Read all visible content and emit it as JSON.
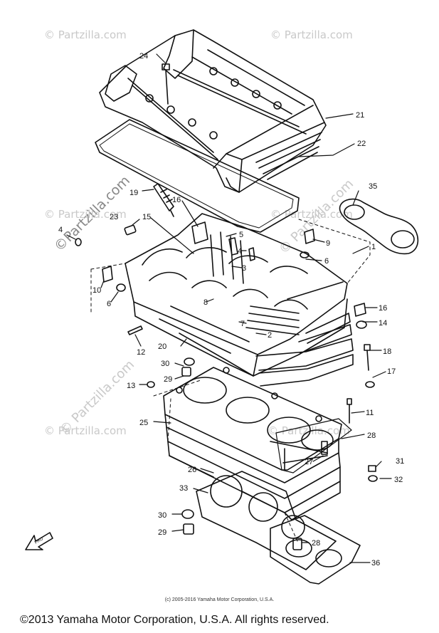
{
  "watermarks": [
    "© Partzilla.com",
    "© Partzilla.com",
    "© Partzilla.com",
    "© Partzilla.com",
    "© Partzilla.com",
    "© Partzilla.com",
    "©Partzilla.com",
    "© Partzilla.com",
    "© Partzilla.com"
  ],
  "part_labels": [
    "24",
    "21",
    "22",
    "35",
    "19",
    "16",
    "23",
    "15",
    "4",
    "5",
    "9",
    "1",
    "4",
    "6",
    "3",
    "10",
    "6",
    "16",
    "14",
    "8",
    "7",
    "2",
    "12",
    "20",
    "18",
    "30",
    "29",
    "17",
    "13",
    "11",
    "25",
    "28",
    "31",
    "26",
    "27",
    "32",
    "33",
    "30",
    "29",
    "28",
    "36"
  ],
  "front_arrow_text": "FRO",
  "credit": "(c) 2005-2016 Yamaha Motor Corporation, U.S.A.",
  "copyright": "©2013 Yamaha Motor Corporation, U.S.A. All rights reserved."
}
